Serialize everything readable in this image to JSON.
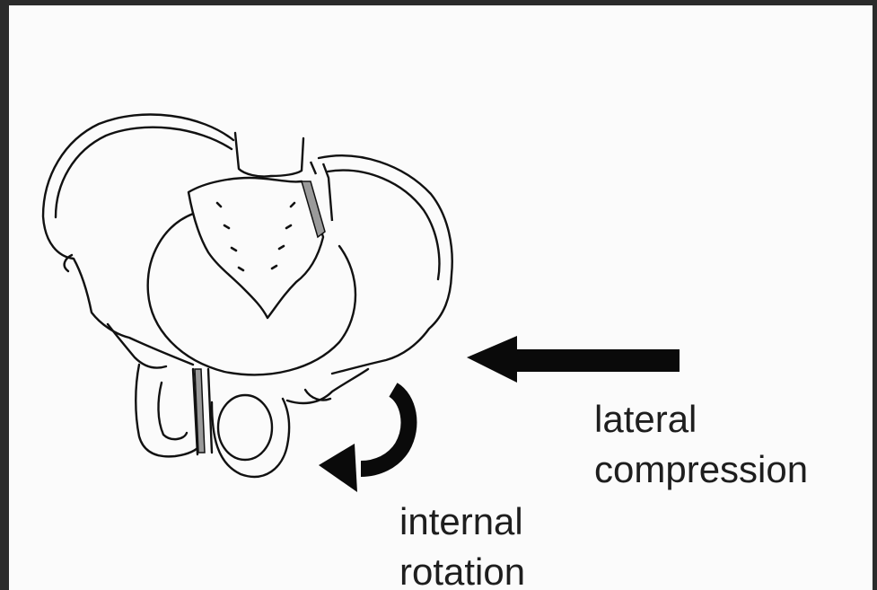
{
  "labels": {
    "lateral_line1": "lateral",
    "lateral_line2": "compression",
    "internal_line1": "internal",
    "internal_line2": "rotation"
  },
  "colors": {
    "background": "#fbfbfb",
    "frame": "#2b2b2b",
    "ink": "#111111",
    "fracture_shading": "#9a9a9a"
  },
  "icons": {
    "force_arrow": "left-arrow",
    "rotation_arrow": "curved-arrow"
  }
}
